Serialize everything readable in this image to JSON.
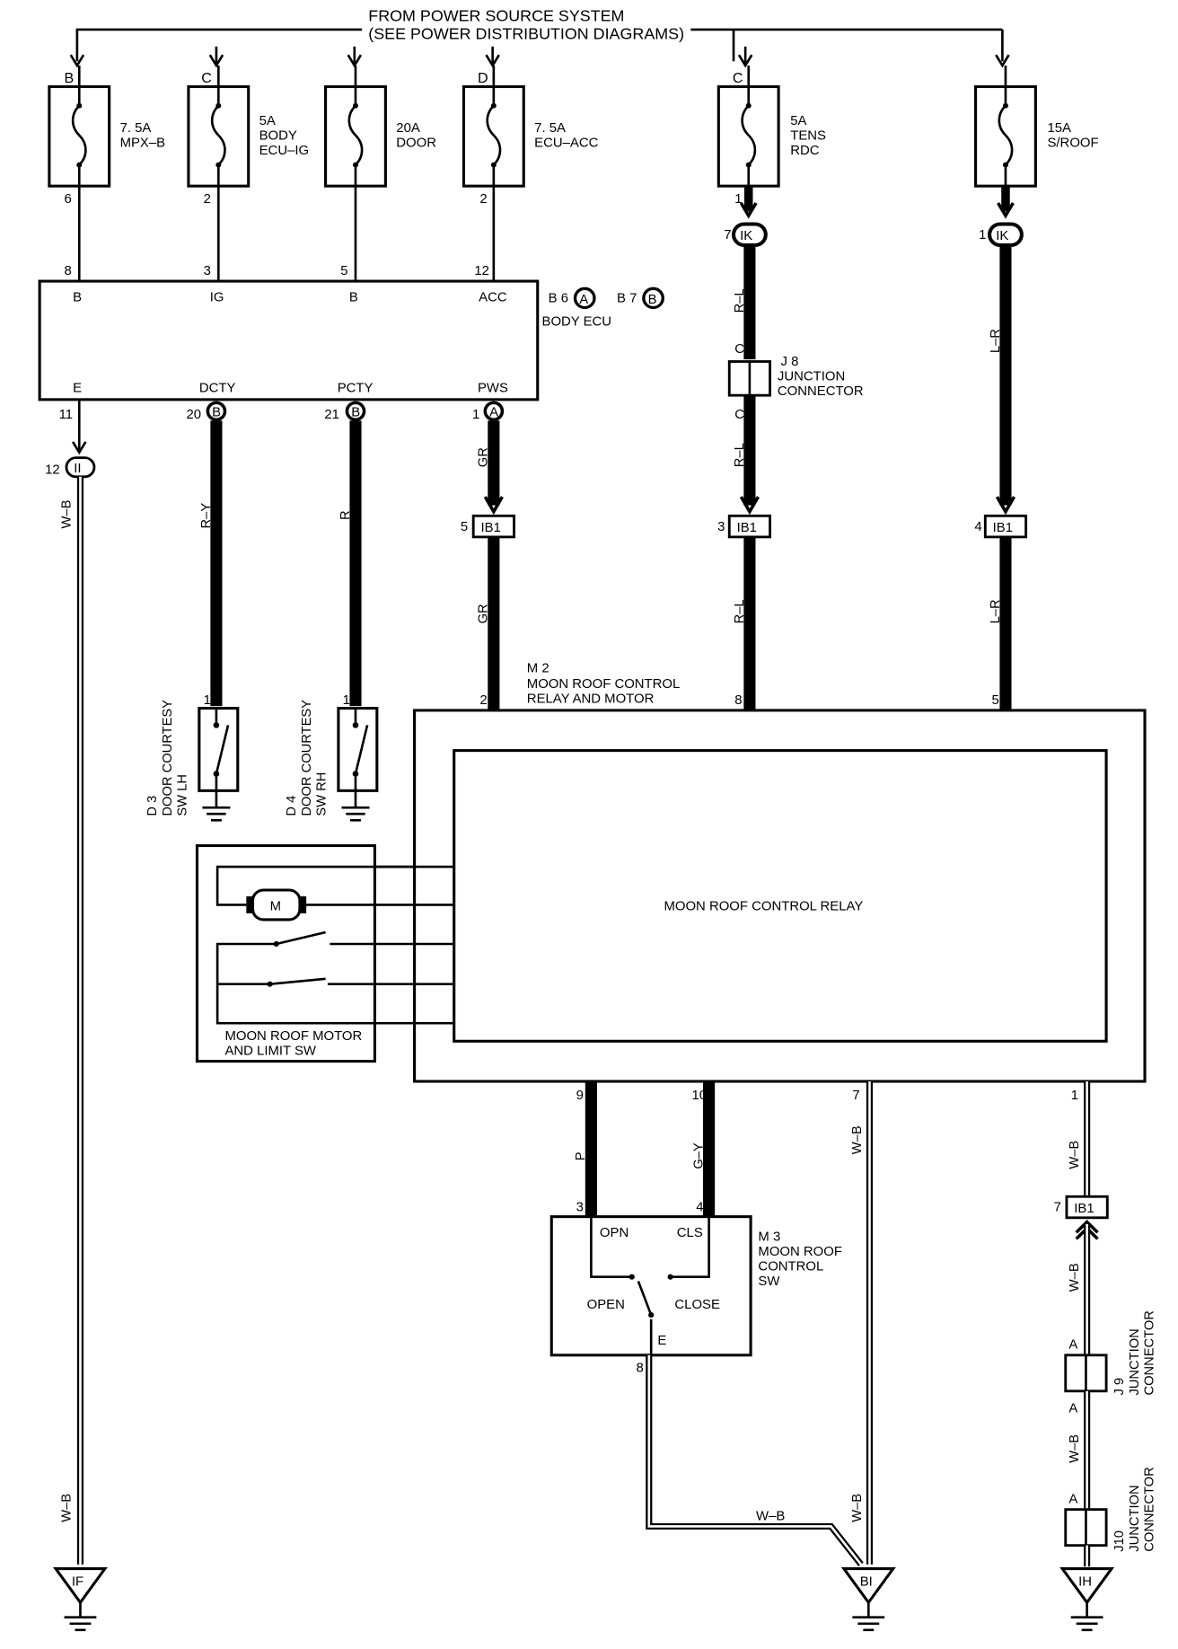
{
  "header": {
    "line1": "FROM POWER SOURCE SYSTEM",
    "line2": "(SEE POWER DISTRIBUTION DIAGRAMS)"
  },
  "fuses": [
    {
      "top": "B",
      "bottom": "6",
      "rating": "7. 5A",
      "name1": "MPX–B",
      "name2": ""
    },
    {
      "top": "C",
      "bottom": "2",
      "rating": "5A",
      "name1": "BODY",
      "name2": "ECU–IG"
    },
    {
      "top": "",
      "bottom": "",
      "rating": "20A",
      "name1": "DOOR",
      "name2": ""
    },
    {
      "top": "D",
      "bottom": "2",
      "rating": "7. 5A",
      "name1": "ECU–ACC",
      "name2": ""
    },
    {
      "top": "C",
      "bottom": "1",
      "rating": "5A",
      "name1": "TENS",
      "name2": "RDC"
    },
    {
      "top": "",
      "bottom": "",
      "rating": "15A",
      "name1": "S/ROOF",
      "name2": ""
    }
  ],
  "body_ecu": {
    "name": "BODY ECU",
    "conn1_label": "B 6",
    "conn1_badge": "A",
    "conn2_label": "B 7",
    "conn2_badge": "B",
    "top_pins": [
      {
        "num": "8",
        "name": "B"
      },
      {
        "num": "3",
        "name": "IG"
      },
      {
        "num": "5",
        "name": "B"
      },
      {
        "num": "12",
        "name": "ACC"
      }
    ],
    "bottom_pins": [
      {
        "num": "11",
        "name": "E",
        "badge": ""
      },
      {
        "num": "20",
        "name": "DCTY",
        "badge": "B"
      },
      {
        "num": "21",
        "name": "PCTY",
        "badge": "B"
      },
      {
        "num": "1",
        "name": "PWS",
        "badge": "A"
      }
    ]
  },
  "wires": {
    "ecu_e": "W–B",
    "dcty": "R–Y",
    "pcty": "R",
    "pws_upper": "GR",
    "pws_lower": "GR",
    "tens_upper": "R–L",
    "tens_mid": "R–L",
    "tens_lower": "R–L",
    "sroof_upper": "L–R",
    "sroof_lower": "L–R",
    "m3_p": "P",
    "m3_gy": "G–Y",
    "m2_p7": "W–B",
    "m2_p7_lower": "W–B",
    "m3_e": "W–B",
    "m2_p1": "W–B",
    "m2_p1_mid": "W–B",
    "m2_p1_lower": "W–B",
    "if_wire": "W–B"
  },
  "inline_connectors": {
    "ii": {
      "pin": "12",
      "code": "II"
    },
    "ik_left": {
      "pin": "7",
      "code": "IK"
    },
    "ik_right": {
      "pin": "1",
      "code": "IK"
    },
    "ib1_pws": {
      "pin": "5",
      "code": "IB1"
    },
    "ib1_tens": {
      "pin": "3",
      "code": "IB1"
    },
    "ib1_sroof": {
      "pin": "4",
      "code": "IB1"
    },
    "ib1_lower": {
      "pin": "7",
      "code": "IB1"
    }
  },
  "j8": {
    "code": "J 8",
    "name1": "JUNCTION",
    "name2": "CONNECTOR",
    "pin_top": "C",
    "pin_bottom": "C"
  },
  "j9": {
    "code": "J 9",
    "name1": "JUNCTION",
    "name2": "CONNECTOR",
    "pin_top": "A",
    "pin_bottom": "A"
  },
  "j10": {
    "code": "J10",
    "name1": "JUNCTION",
    "name2": "CONNECTOR",
    "pin_top": "A"
  },
  "d3": {
    "code": "D 3",
    "name1": "DOOR COURTESY",
    "name2": "SW LH",
    "pin": "1"
  },
  "d4": {
    "code": "D 4",
    "name1": "DOOR COURTESY",
    "name2": "SW RH",
    "pin": "1"
  },
  "m2": {
    "code": "M 2",
    "name1": "MOON ROOF CONTROL",
    "name2": "RELAY AND MOTOR",
    "relay_label": "MOON ROOF CONTROL RELAY",
    "top_pins": [
      "2",
      "8",
      "5"
    ],
    "bottom_pins": [
      "9",
      "10",
      "7",
      "1"
    ]
  },
  "motor": {
    "name1": "MOON ROOF MOTOR",
    "name2": "AND LIMIT SW",
    "symbol": "M"
  },
  "m3": {
    "code": "M 3",
    "name1": "MOON ROOF",
    "name2": "CONTROL",
    "name3": "SW",
    "opn": "OPN",
    "cls": "CLS",
    "open": "OPEN",
    "close": "CLOSE",
    "e": "E",
    "pin_opn": "3",
    "pin_cls": "4",
    "pin_e": "8"
  },
  "grounds": [
    {
      "code": "IF"
    },
    {
      "code": "BI"
    },
    {
      "code": "IH"
    }
  ]
}
